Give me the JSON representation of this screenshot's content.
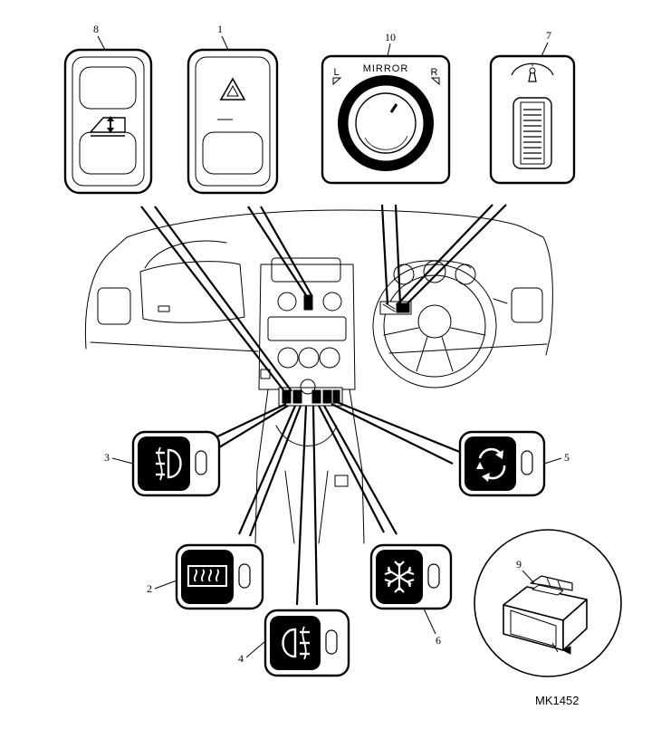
{
  "figure_code": "MK1452",
  "mirror_switch": {
    "title": "MIRROR",
    "left": "L",
    "right": "R"
  },
  "callouts": {
    "c1": "1",
    "c2": "2",
    "c3": "3",
    "c4": "4",
    "c5": "5",
    "c6": "6",
    "c7": "7",
    "c8": "8",
    "c9": "9",
    "c10": "10"
  },
  "icons": {
    "window_lift_switch": "window-lift-icon",
    "hazard_switch": "hazard-triangle-icon",
    "mirror_switch": "mirror-knob-icon",
    "dimmer_switch": "instrument-dimmer-icon",
    "front_fog_switch": "front-fog-lamp-icon",
    "rear_defrost_switch": "heated-rear-window-icon",
    "rear_fog_switch": "rear-fog-lamp-icon",
    "recirculation_switch": "air-recirculation-icon",
    "ac_switch": "air-conditioning-snowflake-icon",
    "blank_switch": "blanking-switch-icon"
  }
}
